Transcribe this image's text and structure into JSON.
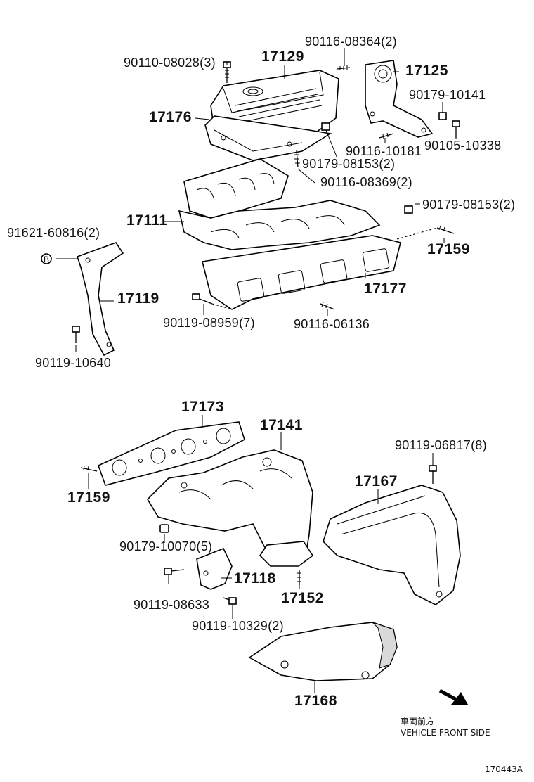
{
  "upper_group": {
    "labels": {
      "p17129": "17129",
      "p90116_08364": "90116-08364(2)",
      "p90110_08028": "90110-08028(3)",
      "p17125": "17125",
      "p90179_10141": "90179-10141",
      "p17176": "17176",
      "p90116_10181": "90116-10181",
      "p90105_10338": "90105-10338",
      "p90179_08153_a": "90179-08153(2)",
      "p90116_08369": "90116-08369(2)",
      "p90179_08153_b": "90179-08153(2)",
      "p17111": "17111",
      "p91621_60816": "91621-60816(2)",
      "p17159_a": "17159",
      "p17177": "17177",
      "p17119": "17119",
      "p90119_08959": "90119-08959(7)",
      "p90116_06136": "90116-06136",
      "p90119_10640": "90119-10640"
    },
    "bolt_marker": "B"
  },
  "lower_group": {
    "labels": {
      "p17173": "17173",
      "p17141": "17141",
      "p90119_06817": "90119-06817(8)",
      "p17167": "17167",
      "p17159_b": "17159",
      "p90179_10070": "90179-10070(5)",
      "p17118": "17118",
      "p90119_08633": "90119-08633",
      "p17152": "17152",
      "p90119_10329": "90119-10329(2)",
      "p17168": "17168"
    }
  },
  "direction": {
    "label_jp": "車両前方",
    "label_en": "VEHICLE FRONT SIDE"
  },
  "figure_ref": "170443A"
}
